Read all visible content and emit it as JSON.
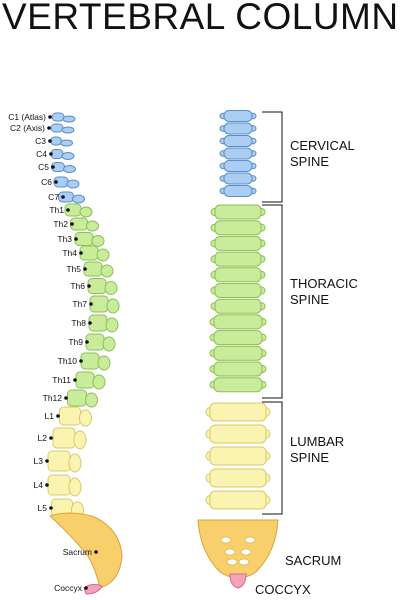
{
  "title": "VERTEBRAL COLUMN",
  "colors": {
    "cervical": "#a9cdf3",
    "cervical_stroke": "#5a8ec6",
    "thoracic": "#c9ec9a",
    "thoracic_stroke": "#8cbf55",
    "lumbar": "#fbf4b0",
    "lumbar_stroke": "#d9c96a",
    "sacrum": "#f8cf6a",
    "sacrum_stroke": "#d6a53a",
    "coccyx": "#f3a3b7",
    "coccyx_stroke": "#d56c8c"
  },
  "side_labels": [
    "C1 (Atlas)",
    "C2 (Axis)",
    "C3",
    "C4",
    "C5",
    "C6",
    "C7",
    "Th1",
    "Th2",
    "Th3",
    "Th4",
    "Th5",
    "Th6",
    "Th7",
    "Th8",
    "Th9",
    "Th10",
    "Th11",
    "Th12",
    "L1",
    "L2",
    "L3",
    "L4",
    "L5",
    "Sacrum",
    "Coccyx"
  ],
  "regions": {
    "cervical": [
      "CERVICAL",
      "SPINE"
    ],
    "thoracic": [
      "THORACIC",
      "SPINE"
    ],
    "lumbar": [
      "LUMBAR",
      "SPINE"
    ],
    "sacrum": "SACRUM",
    "coccyx": "COCCYX"
  }
}
